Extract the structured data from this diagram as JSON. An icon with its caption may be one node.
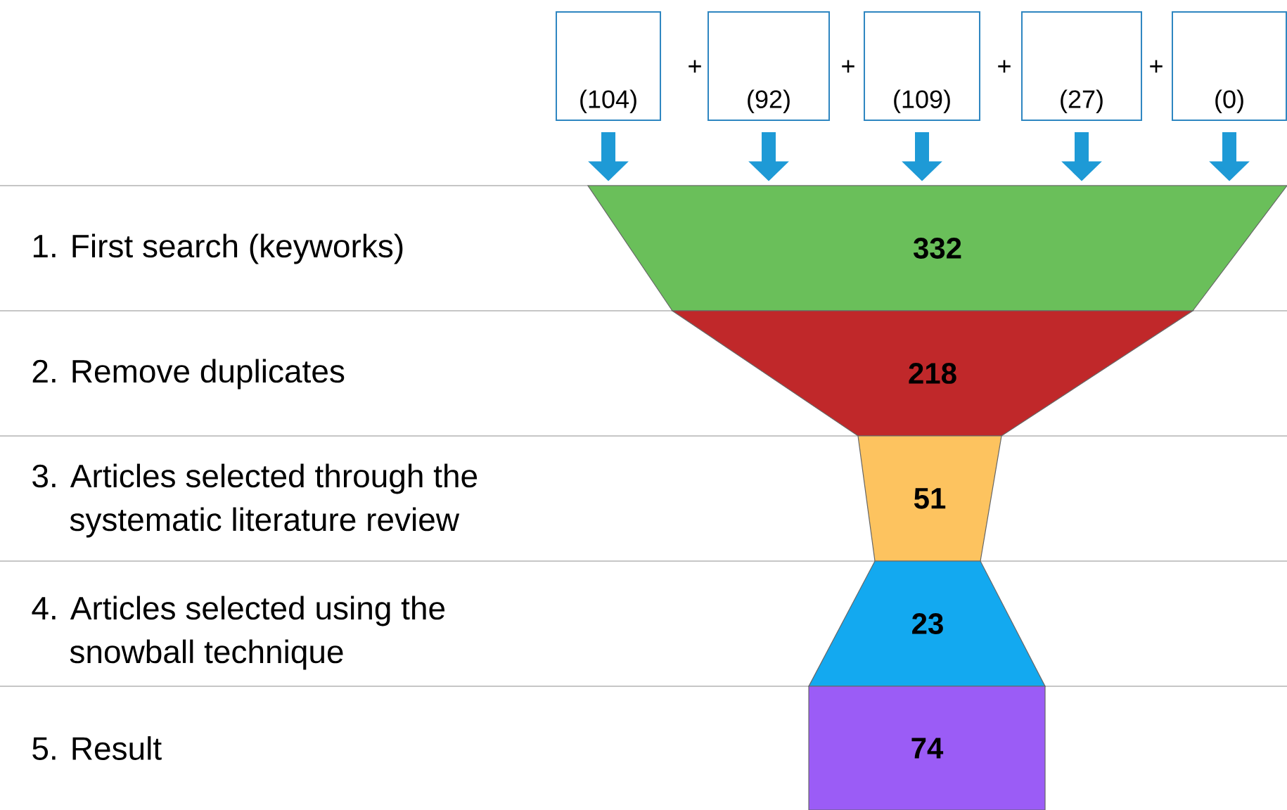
{
  "diagram": {
    "nodes": [
      {
        "text": [
          "(104)"
        ]
      },
      {
        "text": [
          "(92)"
        ]
      },
      {
        "text": [
          "(109)"
        ]
      },
      {
        "text": [
          "(27)"
        ]
      },
      {
        "text": [
          "(0)"
        ]
      },
      {
        "text": [
          "332"
        ]
      },
      {
        "text": [
          "218"
        ]
      },
      {
        "text": [
          "51"
        ]
      },
      {
        "text": [
          "23"
        ]
      },
      {
        "text": [
          "74"
        ]
      }
    ],
    "edges": [
      {
        "from": 0,
        "to": 5,
        "arrow": "to"
      },
      {
        "from": 1,
        "to": 5,
        "arrow": "to"
      },
      {
        "from": 2,
        "to": 5,
        "arrow": "to"
      },
      {
        "from": 3,
        "to": 5,
        "arrow": "to"
      },
      {
        "from": 4,
        "to": 5,
        "arrow": "to"
      }
    ],
    "labels": [
      "+",
      "+",
      "+",
      "+",
      "1. First search (keyworks)",
      "2. Remove duplicates",
      "3. Articles selected through the systematic literature review",
      "4. Articles selected using the snowball technique",
      "5. Result"
    ]
  }
}
